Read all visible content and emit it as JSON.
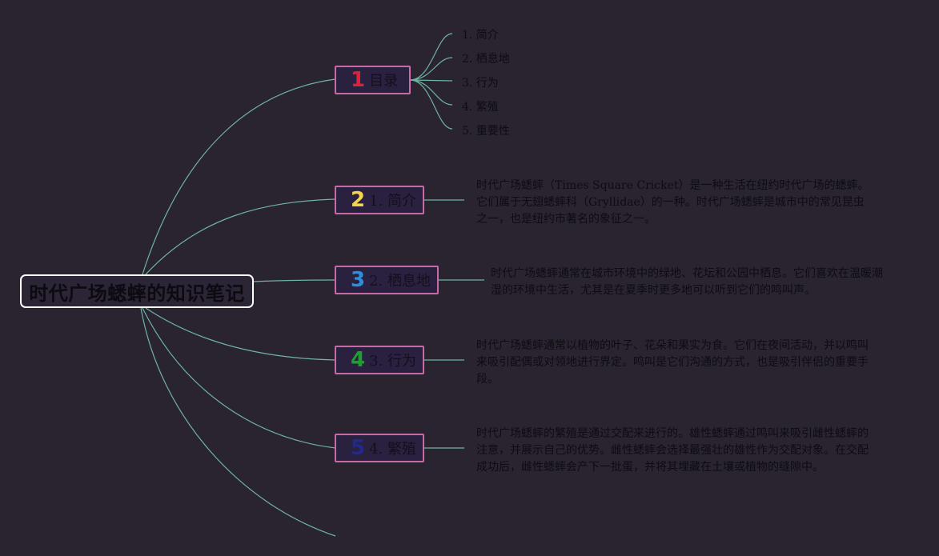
{
  "title": "时代广场蟋蟀的知识笔记",
  "branches": [
    {
      "num": "1",
      "label": "目录",
      "color": "#e0213a"
    },
    {
      "num": "2",
      "label": "1. 简介",
      "color": "#f4d44a"
    },
    {
      "num": "3",
      "label": "2. 栖息地",
      "color": "#2b8fe0"
    },
    {
      "num": "4",
      "label": "3. 行为",
      "color": "#1e9e2c"
    },
    {
      "num": "5",
      "label": "4. 繁殖",
      "color": "#1f2a8a"
    }
  ],
  "toc": [
    "1. 简介",
    "2. 栖息地",
    "3. 行为",
    "4. 繁殖",
    "5. 重要性"
  ],
  "descriptions": [
    "时代广场蟋蟀（Times Square Cricket）是一种生活在纽约时代广场的蟋蟀。它们属于无翅蟋蟀科（Gryllidae）的一种。时代广场蟋蟀是城市中的常见昆虫之一，也是纽约市著名的象征之一。",
    "时代广场蟋蟀通常在城市环境中的绿地、花坛和公园中栖息。它们喜欢在温暖潮湿的环境中生活，尤其是在夏季时更多地可以听到它们的鸣叫声。",
    "时代广场蟋蟀通常以植物的叶子、花朵和果实为食。它们在夜间活动，并以鸣叫来吸引配偶或对领地进行界定。鸣叫是它们沟通的方式，也是吸引伴侣的重要手段。",
    "时代广场蟋蟀的繁殖是通过交配来进行的。雄性蟋蟀通过鸣叫来吸引雌性蟋蟀的注意，并展示自己的优势。雌性蟋蟀会选择最强壮的雄性作为交配对象。在交配成功后，雌性蟋蟀会产下一批蛋，并将其埋藏在土壤或植物的缝隙中。"
  ],
  "colors": {
    "background": "#2a2430",
    "connector": "#6fb3a4",
    "branch_border": "#c86aa6",
    "root_border": "#ffffff"
  }
}
